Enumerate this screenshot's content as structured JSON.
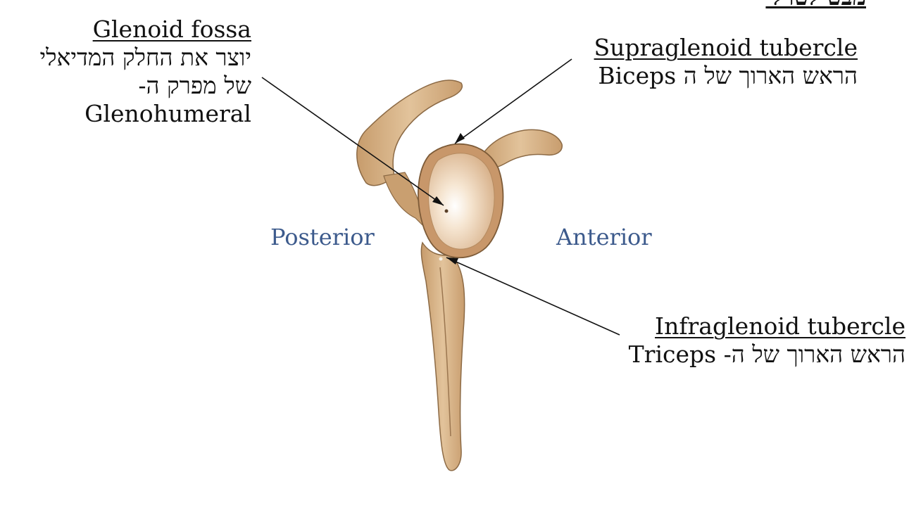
{
  "top_fragment": "מבט לטרלי",
  "labels": {
    "glenoid_fossa": {
      "title": "Glenoid fossa",
      "line1": "יוצר את החלק המדיאלי",
      "line2": "של מפרק ה-",
      "line3": "Glenohumeral"
    },
    "supraglenoid": {
      "title": "Supraglenoid tubercle",
      "line1": "הראש הארוך של ה Biceps"
    },
    "infraglenoid": {
      "title": "Infraglenoid tubercle",
      "line1": "הראש הארוך של ה- Triceps"
    }
  },
  "orientation": {
    "posterior": "Posterior",
    "anterior": "Anterior"
  },
  "colors": {
    "bone_fill": "#dcb98e",
    "bone_shadow": "#b48a5e",
    "bone_outline": "#8c6a45",
    "orientation_text": "#3c5a8c"
  }
}
